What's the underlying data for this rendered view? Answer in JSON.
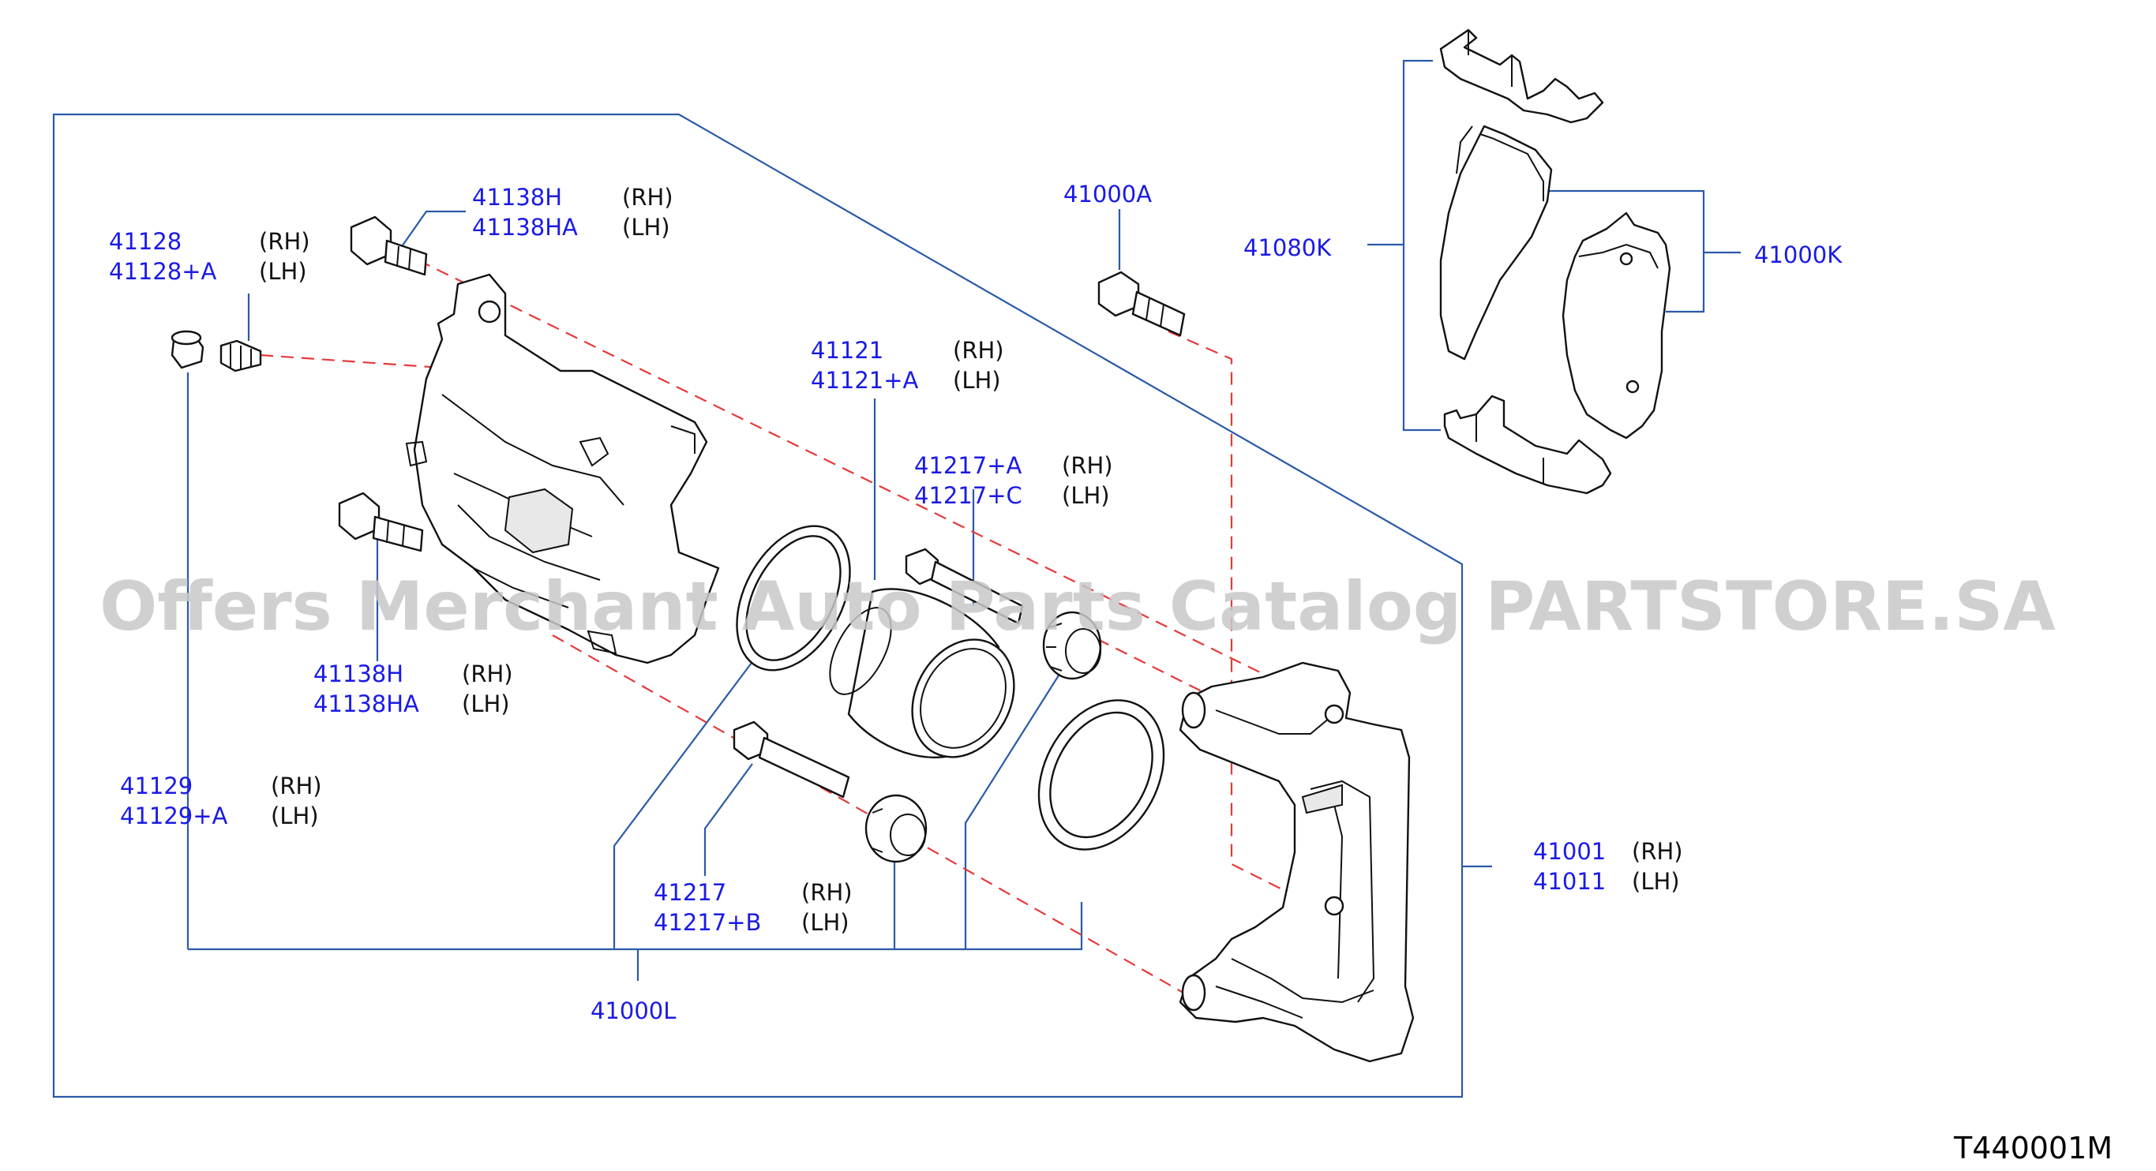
{
  "watermark": "Offers Merchant Auto Parts Catalog PARTSTORE.SA",
  "diagram_code": "T440001M",
  "labels": {
    "p41128": {
      "pn1": "41128",
      "pn2": "41128+A",
      "s1": "(RH)",
      "s2": "(LH)"
    },
    "p41138_top": {
      "pn1": "41138H",
      "pn2": "41138HA",
      "s1": "(RH)",
      "s2": "(LH)"
    },
    "p41138_bot": {
      "pn1": "41138H",
      "pn2": "41138HA",
      "s1": "(RH)",
      "s2": "(LH)"
    },
    "p41000A": {
      "pn1": "41000A"
    },
    "p41121": {
      "pn1": "41121",
      "pn2": "41121+A",
      "s1": "(RH)",
      "s2": "(LH)"
    },
    "p41217AC": {
      "pn1": "41217+A",
      "pn2": "41217+C",
      "s1": "(RH)",
      "s2": "(LH)"
    },
    "p41129": {
      "pn1": "41129",
      "pn2": "41129+A",
      "s1": "(RH)",
      "s2": "(LH)"
    },
    "p41217B": {
      "pn1": "41217",
      "pn2": "41217+B",
      "s1": "(RH)",
      "s2": "(LH)"
    },
    "p41000L": {
      "pn1": "41000L"
    },
    "p41001": {
      "pn1": "41001",
      "pn2": "41011",
      "s1": "(RH)",
      "s2": "(LH)"
    },
    "p41080K": {
      "pn1": "41080K"
    },
    "p41000K": {
      "pn1": "41000K"
    }
  }
}
